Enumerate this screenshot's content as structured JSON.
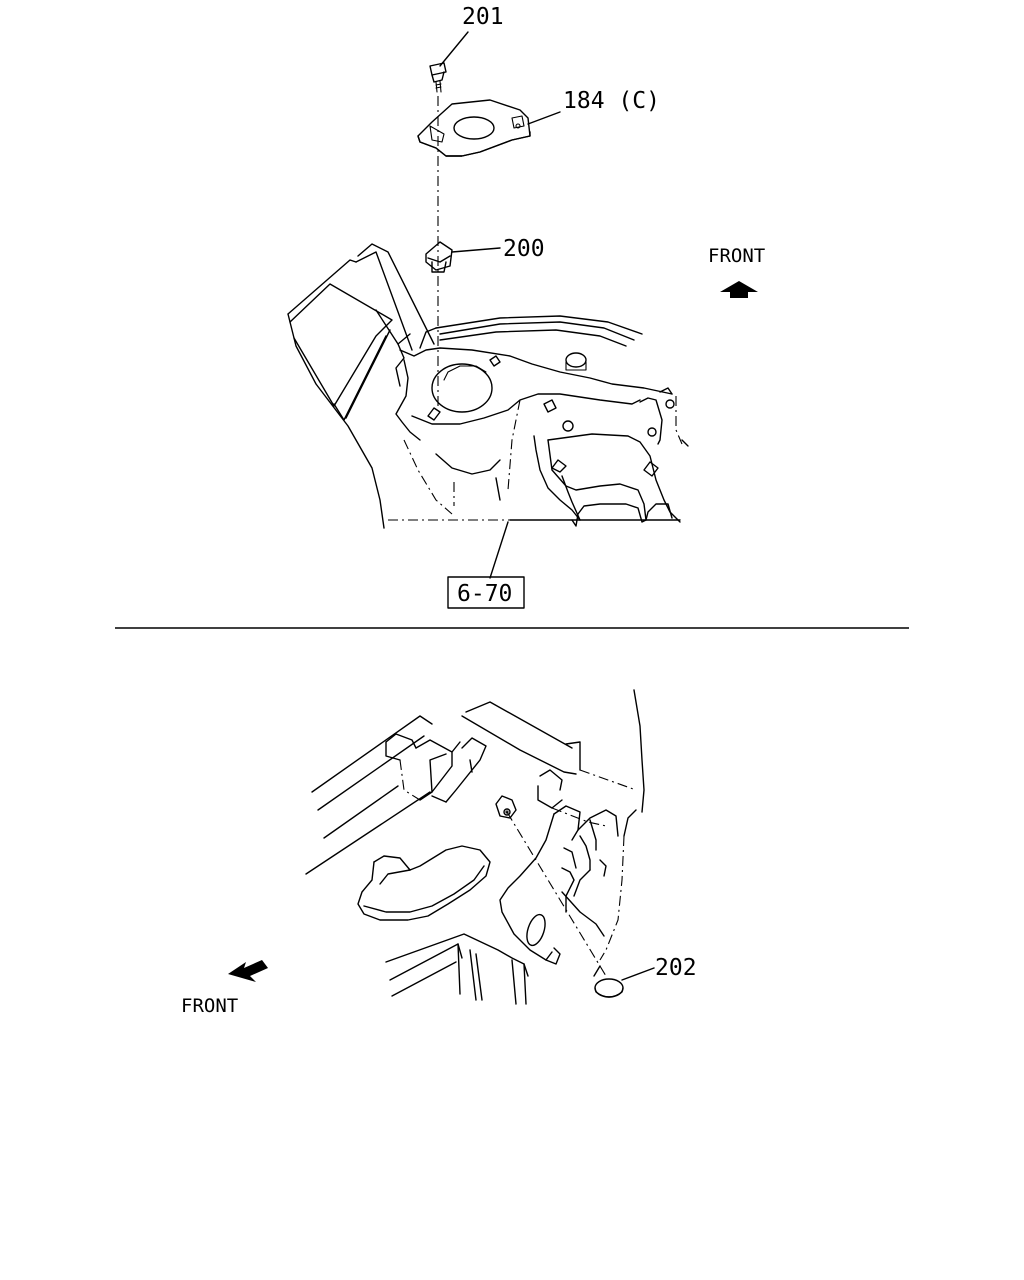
{
  "top_view": {
    "callouts": {
      "bolt": "201",
      "bracket": "184 (C)",
      "clip": "200",
      "panel_ref": "6-70"
    },
    "front_label": "FRONT"
  },
  "bottom_view": {
    "callouts": {
      "plug": "202"
    },
    "front_label": "FRONT"
  }
}
